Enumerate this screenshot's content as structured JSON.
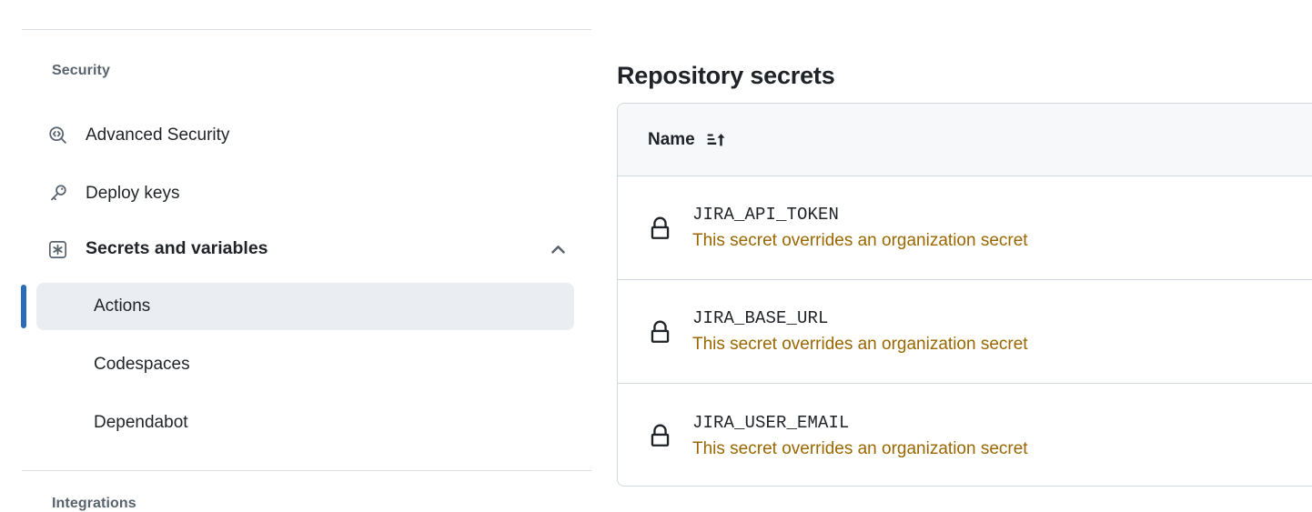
{
  "sidebar": {
    "clipped_top_text": "",
    "sections": [
      {
        "title": "Security"
      },
      {
        "title": "Integrations"
      }
    ],
    "items": [
      {
        "label": "Advanced Security",
        "icon": "code-scan-icon"
      },
      {
        "label": "Deploy keys",
        "icon": "key-icon"
      },
      {
        "label": "Secrets and variables",
        "icon": "asterisk-square-icon",
        "expanded": true,
        "chevron": "chevron-up-icon"
      }
    ],
    "sub_items": [
      {
        "label": "Actions",
        "active": true
      },
      {
        "label": "Codespaces",
        "active": false
      },
      {
        "label": "Dependabot",
        "active": false
      }
    ]
  },
  "main": {
    "heading": "Repository secrets",
    "table": {
      "columns": [
        {
          "label": "Name",
          "sort": "ascending",
          "sort_icon": "sort-asc-icon"
        }
      ],
      "rows": [
        {
          "icon": "lock-icon",
          "name": "JIRA_API_TOKEN",
          "note": "This secret overrides an organization secret"
        },
        {
          "icon": "lock-icon",
          "name": "JIRA_BASE_URL",
          "note": "This secret overrides an organization secret"
        },
        {
          "icon": "lock-icon",
          "name": "JIRA_USER_EMAIL",
          "note": "This secret overrides an organization secret"
        }
      ]
    }
  },
  "colors": {
    "accent": "#2b6cb8",
    "attention_text": "#9a6700",
    "border": "#d0d7de",
    "header_bg": "#f6f8fa",
    "active_bg": "#eaeef2",
    "muted_text": "#59636e"
  }
}
